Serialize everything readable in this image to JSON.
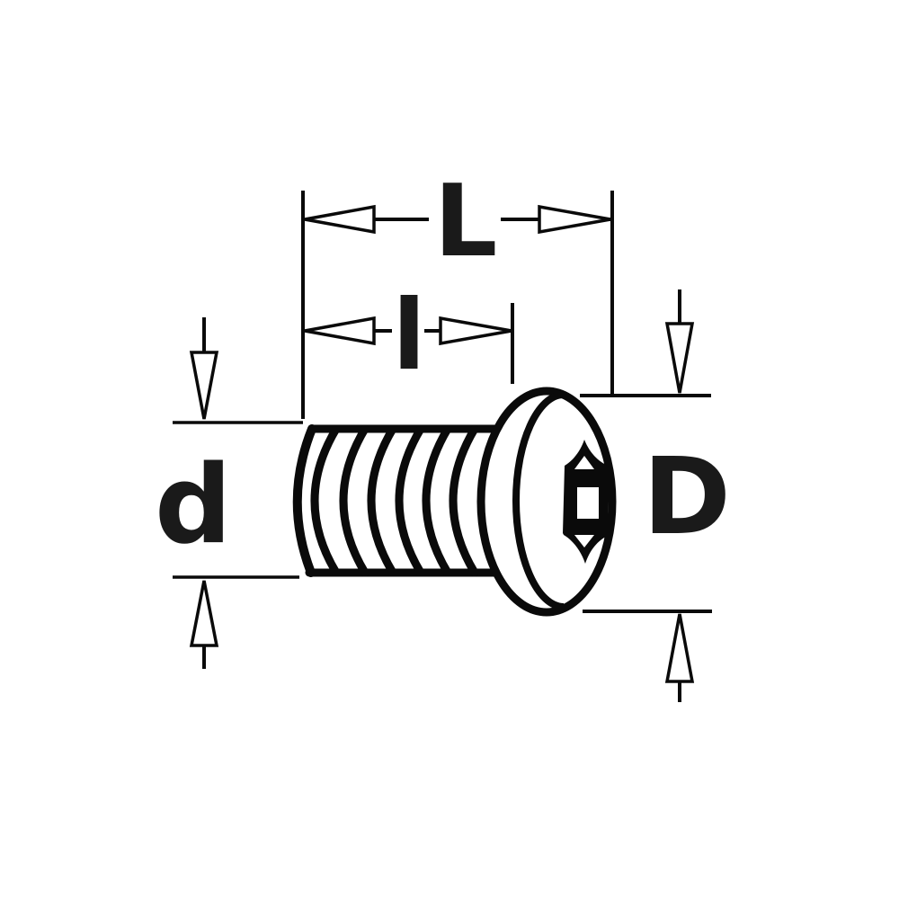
{
  "diagram": {
    "type": "technical-drawing",
    "subject": "pan head screw with hexalobular socket, side view with dimension lines",
    "background": "#ffffff",
    "line_color": "#0a0a0a",
    "text_color": "#1a1a1a",
    "labels": {
      "overall_length": "L",
      "thread_length": "l",
      "thread_diameter": "d",
      "head_diameter": "D"
    }
  }
}
